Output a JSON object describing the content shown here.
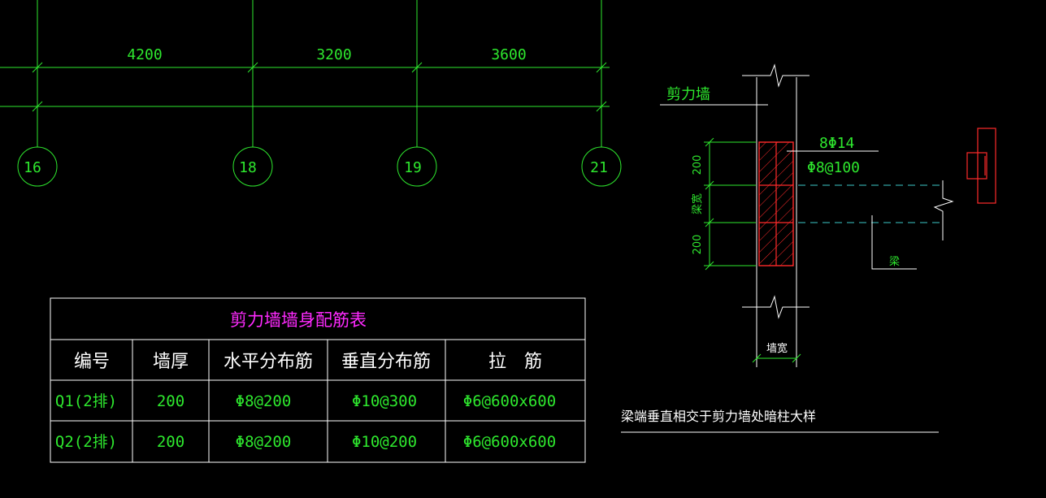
{
  "dimensions": [
    "4200",
    "3200",
    "3600"
  ],
  "axes": [
    "16",
    "18",
    "19",
    "21"
  ],
  "detail": {
    "wall_label": "剪力墙",
    "rebar_main": "8Φ14",
    "rebar_stirrup": "Φ8@100",
    "dim_top": "200",
    "dim_mid": "梁宽",
    "dim_bottom": "200",
    "beam_label": "梁",
    "wall_width": "墙宽",
    "caption": "梁端垂直相交于剪力墙处暗柱大样"
  },
  "table": {
    "title": "剪力墙墙身配筋表",
    "headers": [
      "编号",
      "墙厚",
      "水平分布筋",
      "垂直分布筋",
      "拉　筋"
    ],
    "rows": [
      [
        "Q1(2排)",
        "200",
        "Φ8@200",
        "Φ10@300",
        "Φ6@600x600"
      ],
      [
        "Q2(2排)",
        "200",
        "Φ8@200",
        "Φ10@200",
        "Φ6@600x600"
      ]
    ]
  },
  "colors": {
    "background": "#000000",
    "line_green": "#2ee82e",
    "line_white": "#ffffff",
    "hatch_red": "#ff2a2a",
    "title_magenta": "#ff2aff",
    "dashed_cyan": "#3cc8c8"
  }
}
